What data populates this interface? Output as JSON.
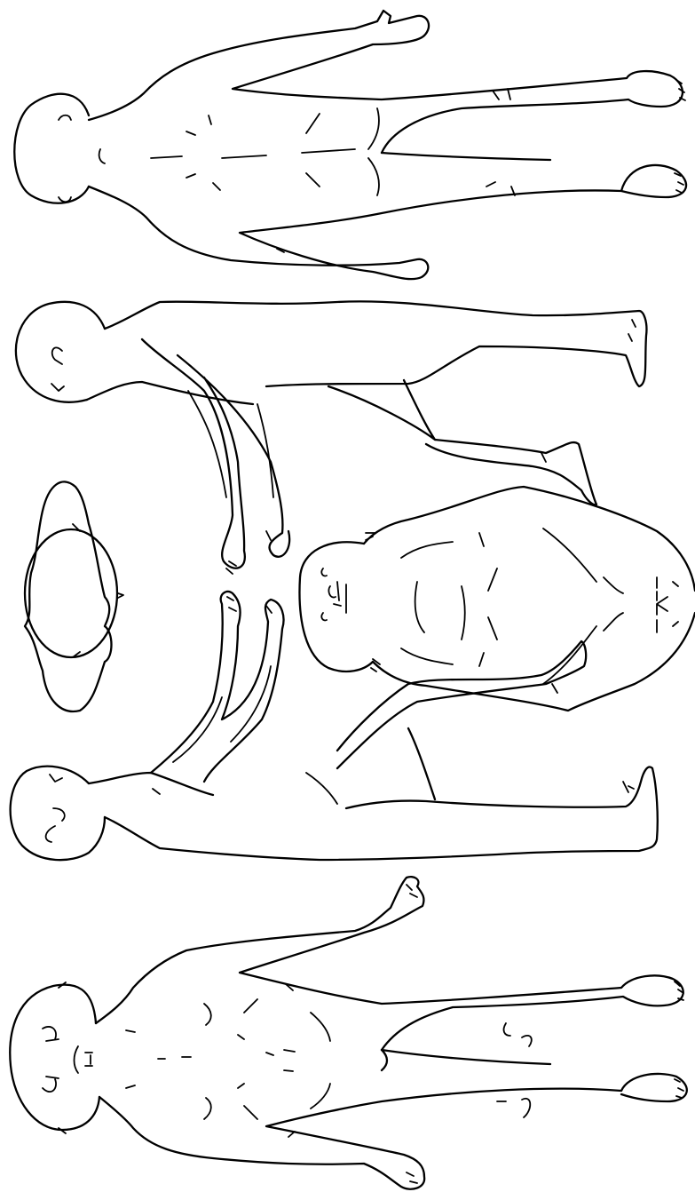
{
  "diagram": {
    "ink_color": "#000000",
    "background_color": "#ffffff",
    "views": [
      {
        "name": "figure-posterior-view"
      },
      {
        "name": "figure-left-lateral-view"
      },
      {
        "name": "figure-superior-head-view"
      },
      {
        "name": "figure-perineal-view"
      },
      {
        "name": "figure-right-lateral-view"
      },
      {
        "name": "figure-anterior-view"
      }
    ]
  }
}
